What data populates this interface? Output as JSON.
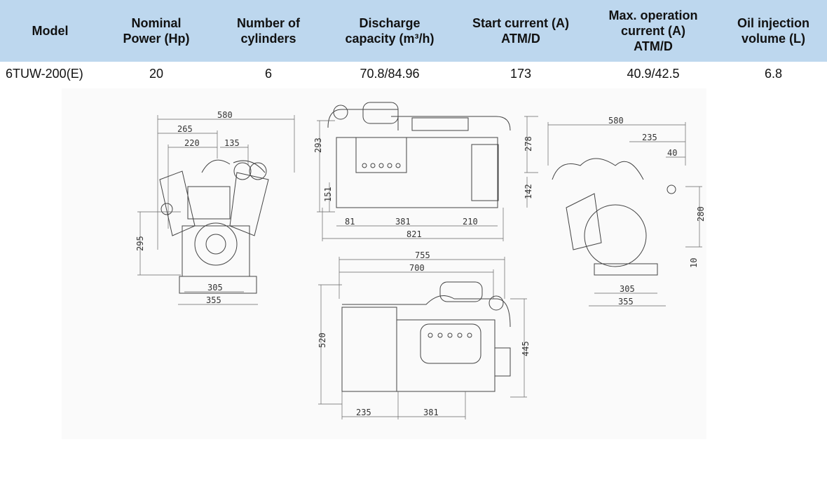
{
  "table": {
    "headers": [
      {
        "line1": "Model",
        "line2": "",
        "line3": ""
      },
      {
        "line1": "Nominal",
        "line2": "Power (Hp)",
        "line3": ""
      },
      {
        "line1": "Number of",
        "line2": "cylinders",
        "line3": ""
      },
      {
        "line1": "Discharge",
        "line2": "capacity (m³/h)",
        "line3": ""
      },
      {
        "line1": "Start current (A)",
        "line2": "ATM/D",
        "line3": ""
      },
      {
        "line1": "Max. operation",
        "line2": "current (A)",
        "line3": "ATM/D"
      },
      {
        "line1": "Oil injection",
        "line2": "volume (L)",
        "line3": ""
      }
    ],
    "rows": [
      [
        "6TUW-200(E)",
        "20",
        "6",
        "70.8/84.96",
        "173",
        "40.9/42.5",
        "6.8"
      ]
    ]
  },
  "drawing": {
    "front_view": {
      "d580": "580",
      "d265": "265",
      "d220": "220",
      "d135": "135",
      "d295": "295",
      "d305": "305",
      "d355": "355"
    },
    "side_view": {
      "d293": "293",
      "d278": "278",
      "d151": "151",
      "d142": "142",
      "d81": "81",
      "d381": "381",
      "d210": "210",
      "d821": "821"
    },
    "right_view": {
      "d580": "580",
      "d235": "235",
      "d40": "40",
      "d280": "280",
      "d10": "10",
      "d305": "305",
      "d355": "355"
    },
    "top_view": {
      "d755": "755",
      "d700": "700",
      "d520": "520",
      "d445": "445",
      "d235": "235",
      "d381": "381"
    }
  }
}
